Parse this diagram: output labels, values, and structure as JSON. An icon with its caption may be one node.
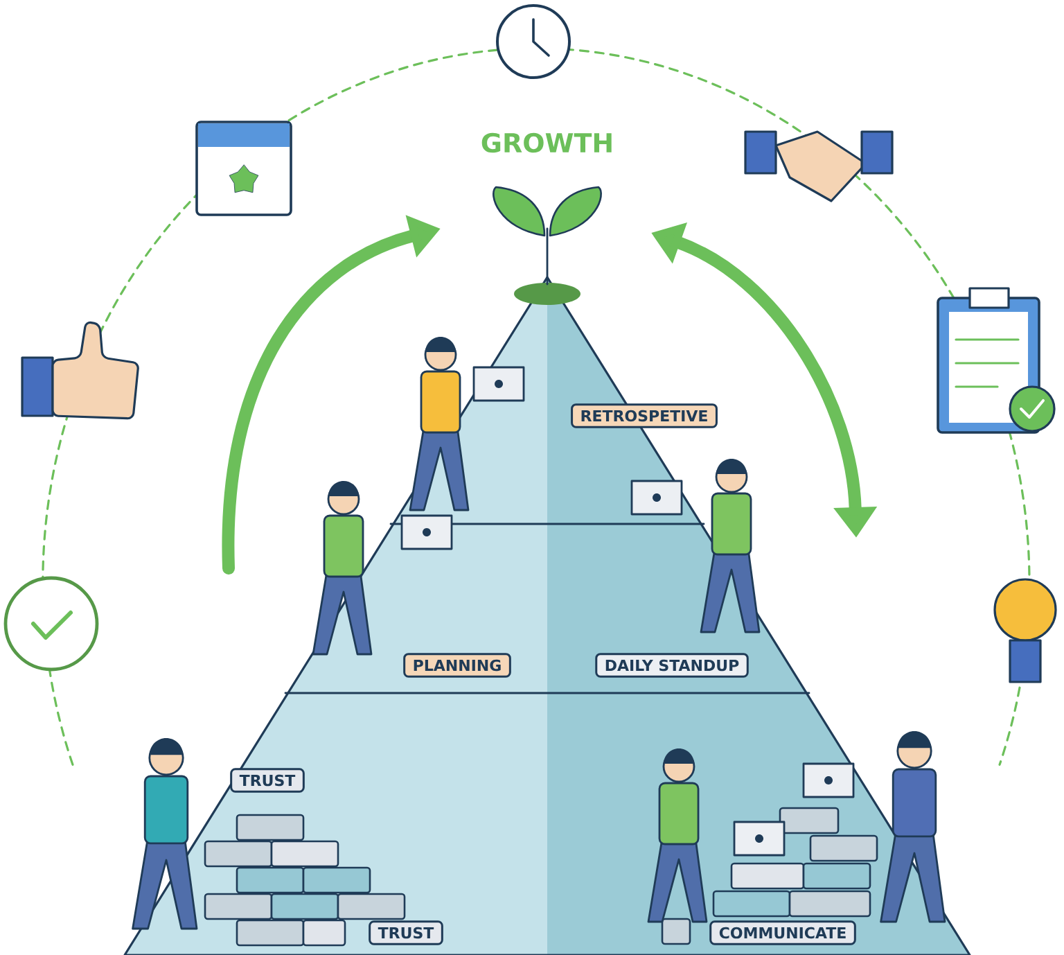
{
  "diagram": {
    "title": "GROWTH",
    "nodes": [
      {
        "text": [
          "RETROSPETIVE"
        ]
      },
      {
        "text": [
          "PLANNING"
        ]
      },
      {
        "text": [
          "DAILY STANDUP"
        ]
      },
      {
        "text": [
          "TRUST"
        ]
      },
      {
        "text": [
          "TRUST"
        ]
      },
      {
        "text": [
          "COMMUNICATE"
        ]
      }
    ]
  }
}
